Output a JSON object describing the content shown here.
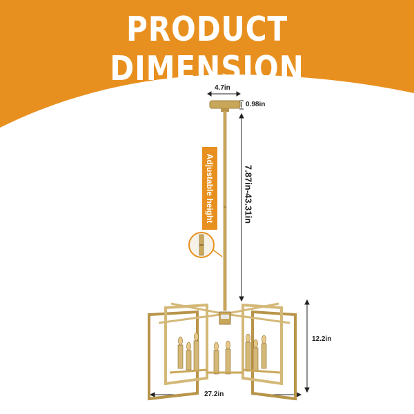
{
  "header": {
    "title": "PRODUCT DIMENSION",
    "color": "#e8901f"
  },
  "callout": {
    "label": "Adjustable height",
    "color": "#e8901f"
  },
  "dimensions": {
    "canopy_width": "4.7in",
    "canopy_height": "0.98in",
    "rod_length": "7.87in-43.31in",
    "body_height": "12.2in",
    "body_width": "27.2in"
  },
  "product": {
    "metal_color": "#c9a75a"
  }
}
